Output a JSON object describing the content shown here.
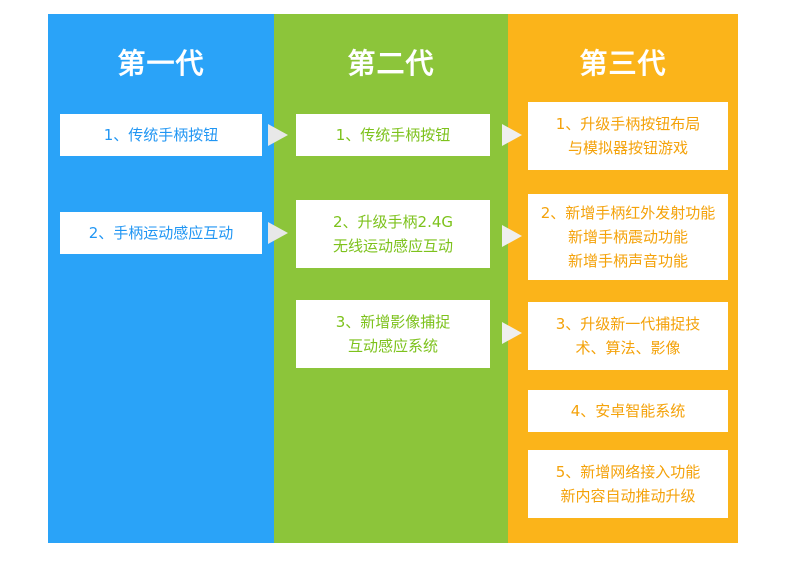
{
  "colors": {
    "gen1": "#2aa3f8",
    "gen2": "#8cc53a",
    "gen3": "#fbb41a"
  },
  "generations": [
    {
      "title": "第一代",
      "items": [
        "1、传统手柄按钮",
        "2、手柄运动感应互动"
      ]
    },
    {
      "title": "第二代",
      "items": [
        "1、传统手柄按钮",
        "2、升级手柄2.4G\n无线运动感应互动",
        "3、新增影像捕捉\n互动感应系统"
      ]
    },
    {
      "title": "第三代",
      "items": [
        "1、升级手柄按钮布局\n与模拟器按钮游戏",
        "2、新增手柄红外发射功能\n新增手柄震动功能\n新增手柄声音功能",
        "3、升级新一代捕捉技\n术、算法、影像",
        "4、安卓智能系统",
        "5、新增网络接入功能\n新内容自动推动升级"
      ]
    }
  ]
}
